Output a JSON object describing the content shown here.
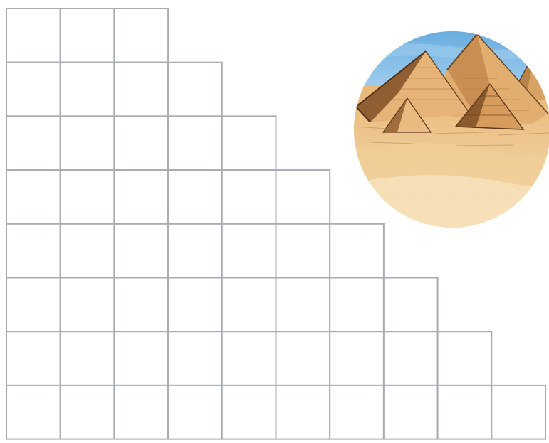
{
  "figure": {
    "kind": "staircase-grid",
    "row_lengths": [
      3,
      4,
      5,
      6,
      7,
      8,
      9,
      10
    ],
    "grid_line_color": "#a9adb3",
    "cell_fill_color": "#ffffff"
  },
  "illustration": {
    "subject": "pyramids-of-giza",
    "shape": "circle",
    "sky_color": "#79b6e3",
    "sand_color": "#ecc58d",
    "pyramid_color": "#d9a265",
    "pyramid_shadow_color": "#9b6a3c"
  }
}
